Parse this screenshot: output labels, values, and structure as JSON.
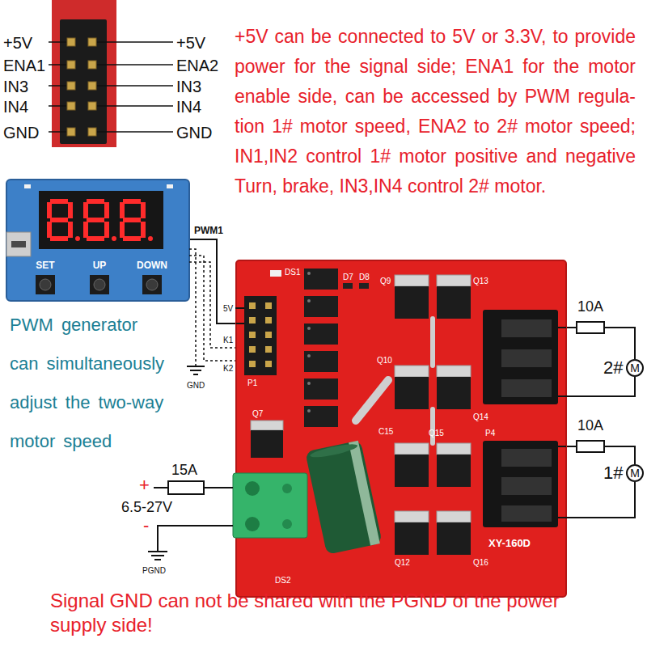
{
  "diagram": {
    "nodes": [
      {
        "text": [
          "SET",
          "UP",
          "DOWN"
        ]
      },
      {
        "text": [
          "XY-160D"
        ]
      },
      {
        "text": [
          "M"
        ]
      },
      {
        "text": [
          "M"
        ]
      }
    ],
    "edges": [
      {
        "from": 0,
        "to": 1,
        "arrow": "none",
        "label": "PWM1"
      },
      {
        "from": 1,
        "to": 2,
        "arrow": "none"
      },
      {
        "from": 1,
        "to": 3,
        "arrow": "none"
      }
    ],
    "labels": [
      "+5V",
      "ENA1",
      "IN3",
      "IN4",
      "GND",
      "+5V",
      "ENA2",
      "IN3",
      "IN4",
      "GND",
      "+5V can be connected to 5V or 3.3V, to provide power for the signal side; ENA1 for the motor enable side, can be accessed by PWM regula- tion 1# motor speed, ENA2 to 2# motor speed; IN1,IN2 control 1# motor positive and negative Turn, brake, IN3,IN4 control 2# motor.",
      "PWM generator can simultaneously adjust the two-way motor speed",
      "5V",
      "K1",
      "K2",
      "GND",
      "10A",
      "2#",
      "10A",
      "1#",
      "15A",
      "+",
      "6.5-27V",
      "-",
      "PGND",
      "Signal GND can not be shared with the PGND of the power supply side!",
      "DS1",
      "P1",
      "Q7",
      "D7",
      "D8",
      "Q9",
      "Q13",
      "Q10",
      "Q14",
      "C15",
      "Q15",
      "P4",
      "Q12",
      "Q16",
      "DS2"
    ]
  }
}
